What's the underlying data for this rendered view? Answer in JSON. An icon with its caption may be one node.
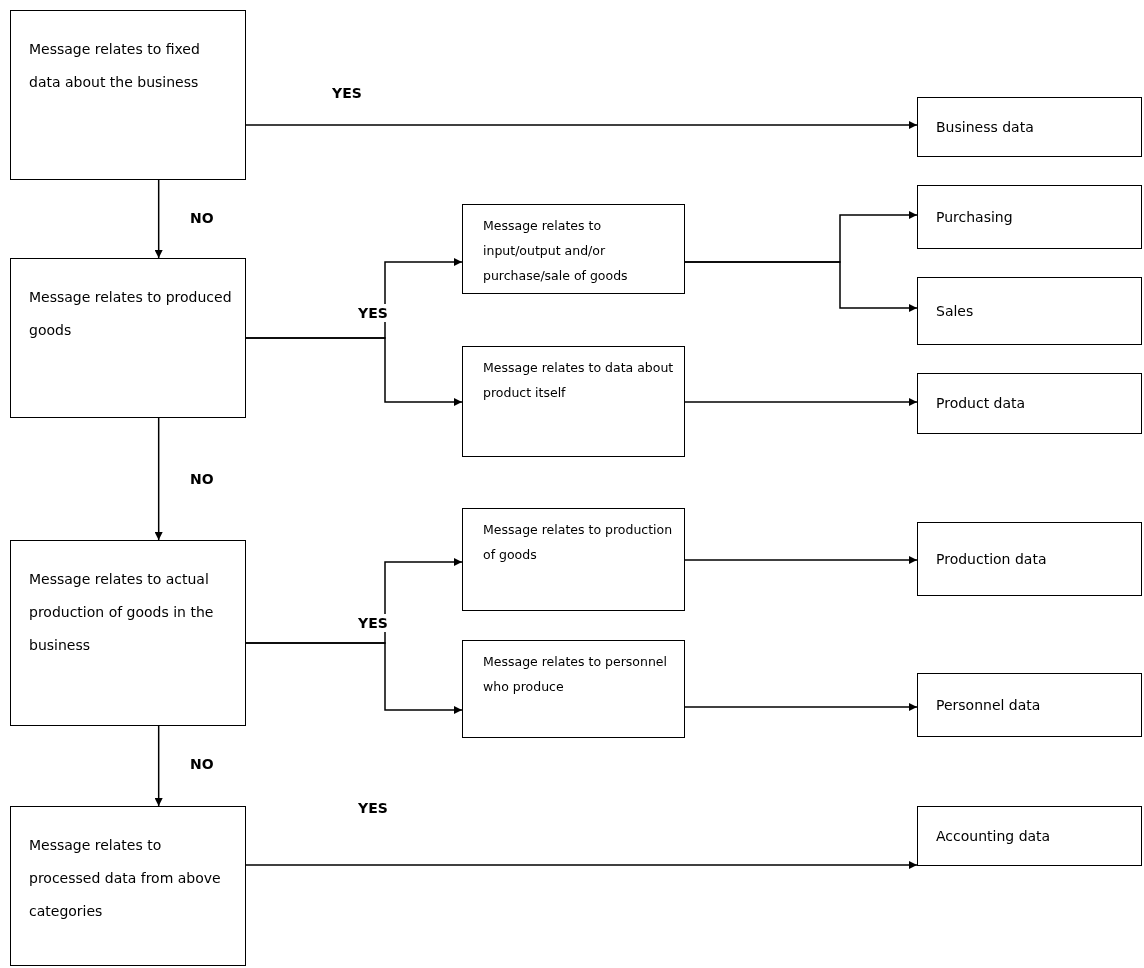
{
  "diagram": {
    "nodes": [
      {
        "text": [
          "Message relates to fixed data about the business"
        ]
      },
      {
        "text": [
          "Business data"
        ]
      },
      {
        "text": [
          "Message relates to produced goods"
        ]
      },
      {
        "text": [
          "Message relates to input/output and/or purchase/sale of goods"
        ]
      },
      {
        "text": [
          "Purchasing"
        ]
      },
      {
        "text": [
          "Sales"
        ]
      },
      {
        "text": [
          "Message relates to data about product itself"
        ]
      },
      {
        "text": [
          "Product data"
        ]
      },
      {
        "text": [
          "Message relates to actual production of goods in the business"
        ]
      },
      {
        "text": [
          "Message relates to production of goods"
        ]
      },
      {
        "text": [
          "Production data"
        ]
      },
      {
        "text": [
          "Message relates to personnel who produce"
        ]
      },
      {
        "text": [
          "Personnel data"
        ]
      },
      {
        "text": [
          "Message relates to processed data from above categories"
        ]
      },
      {
        "text": [
          "Accounting data"
        ]
      }
    ],
    "edges": [
      {
        "from": 0,
        "to": 1,
        "arrow": "to",
        "label": "YES"
      },
      {
        "from": 0,
        "to": 2,
        "arrow": "to",
        "label": "NO"
      },
      {
        "from": 2,
        "to": 3,
        "arrow": "to",
        "label": "YES"
      },
      {
        "from": 2,
        "to": 6,
        "arrow": "to"
      },
      {
        "from": 3,
        "to": 4,
        "arrow": "to"
      },
      {
        "from": 3,
        "to": 5,
        "arrow": "to"
      },
      {
        "from": 6,
        "to": 7,
        "arrow": "to"
      },
      {
        "from": 2,
        "to": 8,
        "arrow": "to",
        "label": "NO"
      },
      {
        "from": 8,
        "to": 9,
        "arrow": "to",
        "label": "YES"
      },
      {
        "from": 8,
        "to": 11,
        "arrow": "to"
      },
      {
        "from": 9,
        "to": 10,
        "arrow": "to"
      },
      {
        "from": 11,
        "to": 12,
        "arrow": "to"
      },
      {
        "from": 8,
        "to": 13,
        "arrow": "to",
        "label": "NO"
      },
      {
        "from": 13,
        "to": 14,
        "arrow": "to",
        "label": "YES"
      }
    ]
  }
}
